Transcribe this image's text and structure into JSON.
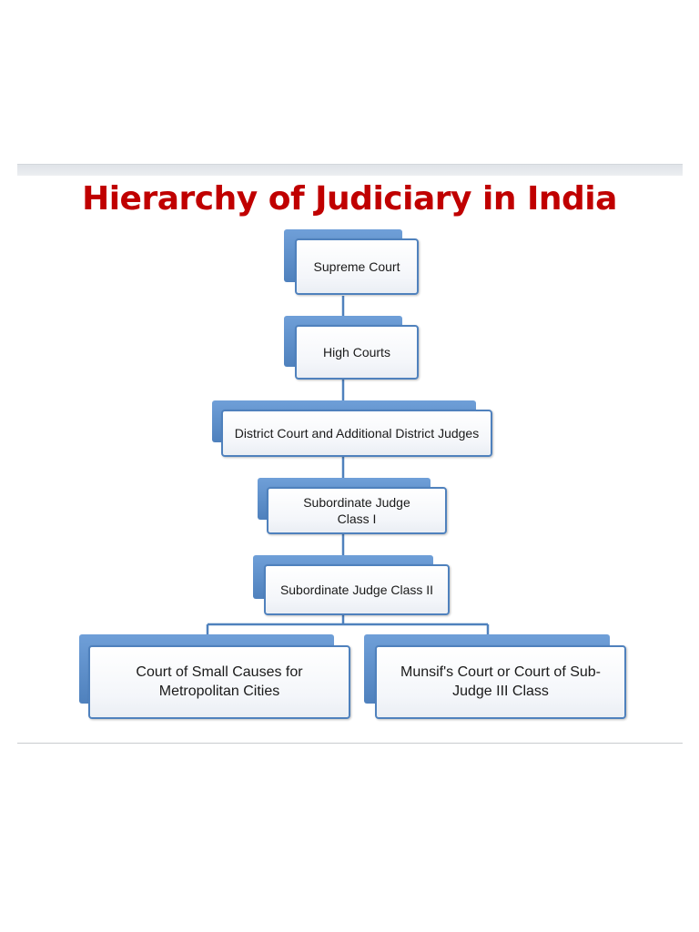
{
  "title": "Hierarchy of Judiciary in India",
  "nodes": {
    "supreme": "Supreme Court",
    "high": "High Courts",
    "district": "District Court and Additional District Judges",
    "sub_class1": "Subordinate Judge Class I",
    "sub_class2": "Subordinate Judge Class II",
    "small_causes": "Court of Small Causes for Metropolitan Cities",
    "munsif": "Munsif's Court or Court of Sub-Judge III Class"
  },
  "colors": {
    "title": "#c00000",
    "accent": "#4f81bd",
    "connector": "#4f81bd"
  }
}
